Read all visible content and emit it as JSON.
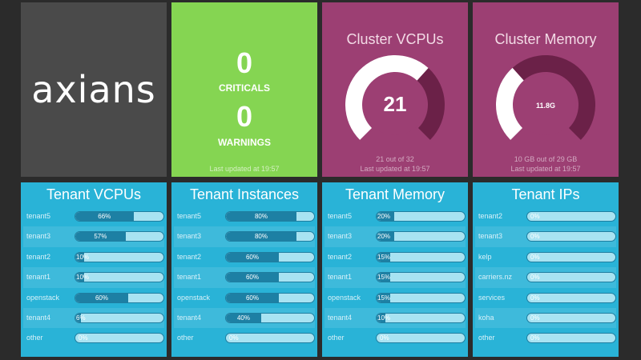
{
  "logo": {
    "text": "axians"
  },
  "status": {
    "criticals_count": "0",
    "criticals_label": "CRITICALS",
    "warnings_count": "0",
    "warnings_label": "WARNINGS",
    "updated": "Last updated at 19:57"
  },
  "gauges": [
    {
      "title": "Cluster VCPUs",
      "value_text": "21",
      "fraction": 0.656,
      "detail": "21 out of 32",
      "updated": "Last updated at 19:57"
    },
    {
      "title": "Cluster Memory",
      "value_text": "11.8G",
      "fraction": 0.345,
      "detail": "10 GB out of 29 GB",
      "updated": "Last updated at 19:57"
    }
  ],
  "colors": {
    "green": "#85d552",
    "magenta": "#9c3f73",
    "gauge_track": "#6b2148",
    "cyan": "#29b3d7",
    "bar_fill": "#1d80a4",
    "bar_track": "#a8e3f2"
  },
  "tenant_panels": [
    {
      "title": "Tenant VCPUs",
      "rows": [
        {
          "name": "tenant5",
          "percent": 66,
          "label": "66%"
        },
        {
          "name": "tenant3",
          "percent": 57,
          "label": "57%"
        },
        {
          "name": "tenant2",
          "percent": 10,
          "label": "10%"
        },
        {
          "name": "tenant1",
          "percent": 10,
          "label": "10%"
        },
        {
          "name": "openstack",
          "percent": 60,
          "label": "60%"
        },
        {
          "name": "tenant4",
          "percent": 6,
          "label": "6%"
        },
        {
          "name": "other",
          "percent": 0,
          "label": "0%"
        }
      ]
    },
    {
      "title": "Tenant Instances",
      "rows": [
        {
          "name": "tenant5",
          "percent": 80,
          "label": "80%"
        },
        {
          "name": "tenant3",
          "percent": 80,
          "label": "80%"
        },
        {
          "name": "tenant2",
          "percent": 60,
          "label": "60%"
        },
        {
          "name": "tenant1",
          "percent": 60,
          "label": "60%"
        },
        {
          "name": "openstack",
          "percent": 60,
          "label": "60%"
        },
        {
          "name": "tenant4",
          "percent": 40,
          "label": "40%"
        },
        {
          "name": "other",
          "percent": 0,
          "label": "0%"
        }
      ]
    },
    {
      "title": "Tenant Memory",
      "rows": [
        {
          "name": "tenant5",
          "percent": 20,
          "label": "20%"
        },
        {
          "name": "tenant3",
          "percent": 20,
          "label": "20%"
        },
        {
          "name": "tenant2",
          "percent": 15,
          "label": "15%"
        },
        {
          "name": "tenant1",
          "percent": 15,
          "label": "15%"
        },
        {
          "name": "openstack",
          "percent": 15,
          "label": "15%"
        },
        {
          "name": "tenant4",
          "percent": 10,
          "label": "10%"
        },
        {
          "name": "other",
          "percent": 0,
          "label": "0%"
        }
      ]
    },
    {
      "title": "Tenant IPs",
      "rows": [
        {
          "name": "tenant2",
          "percent": 0,
          "label": "0%"
        },
        {
          "name": "tenant3",
          "percent": 0,
          "label": "0%"
        },
        {
          "name": "kelp",
          "percent": 0,
          "label": "0%"
        },
        {
          "name": "carriers.nz",
          "percent": 0,
          "label": "0%"
        },
        {
          "name": "services",
          "percent": 0,
          "label": "0%"
        },
        {
          "name": "koha",
          "percent": 0,
          "label": "0%"
        },
        {
          "name": "other",
          "percent": 0,
          "label": "0%"
        }
      ]
    }
  ]
}
